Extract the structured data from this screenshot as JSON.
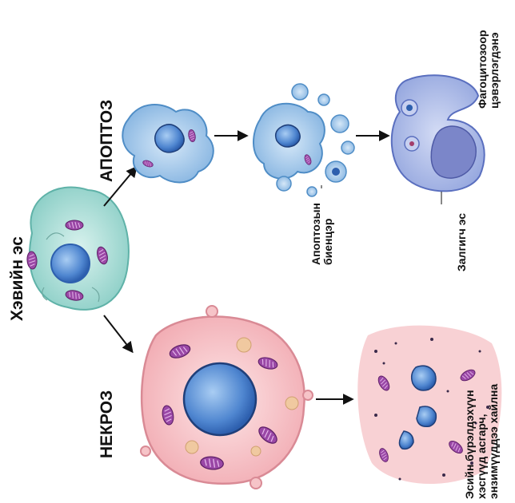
{
  "labels": {
    "normal_cell": "Хэвийн эс",
    "apoptosis": "АПОПТОЗ",
    "necrosis": "НЕКРОЗ",
    "apoptotic_bodies": [
      "Апоптозын",
      "биенцэр"
    ],
    "phagocyte": "Залгигч эс",
    "phagocytosis": [
      "Фагоцитозоор",
      "цэвэрлэгдэнэ"
    ],
    "necrosis_result": [
      "Эсийн бүрэлдэхүүн",
      "хэсгүүд асгарч,",
      "энзимүүддээ хайлна"
    ]
  },
  "colors": {
    "normal_cell": "#a8ddd6",
    "apoptotic_cell": "#9cc5e8",
    "necrotic_cell": "#f6c4c8",
    "nucleus": "#3f76c6",
    "mitochondria": "#8d3c9a",
    "phagocyte": "#a7b6e6"
  }
}
